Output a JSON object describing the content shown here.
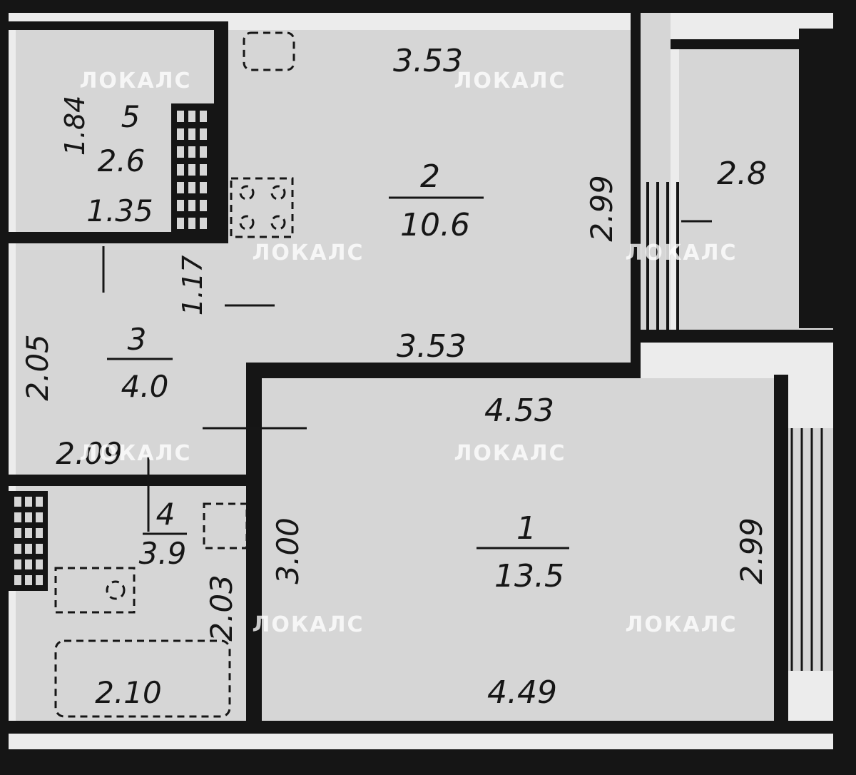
{
  "watermark": "ЛОКАЛС",
  "colors": {
    "wall": "#151515",
    "floor": "#d6d6d6",
    "paper": "#ececec",
    "line": "#161616"
  },
  "rooms": [
    {
      "number": "1",
      "area": "13.5",
      "dims": [
        "4.53",
        "4.49",
        "3.00",
        "2.99"
      ]
    },
    {
      "number": "2",
      "area": "10.6",
      "dims": [
        "3.53",
        "3.53",
        "1.17",
        "2.99"
      ]
    },
    {
      "number": "3",
      "area": "4.0",
      "dims": [
        "2.05",
        "2.09"
      ]
    },
    {
      "number": "4",
      "area": "3.9",
      "dims": [
        "2.03",
        "2.10"
      ]
    },
    {
      "number": "5",
      "area": "2.6",
      "dims": [
        "1.84",
        "1.35"
      ]
    }
  ],
  "balcony": {
    "area": "2.8"
  }
}
